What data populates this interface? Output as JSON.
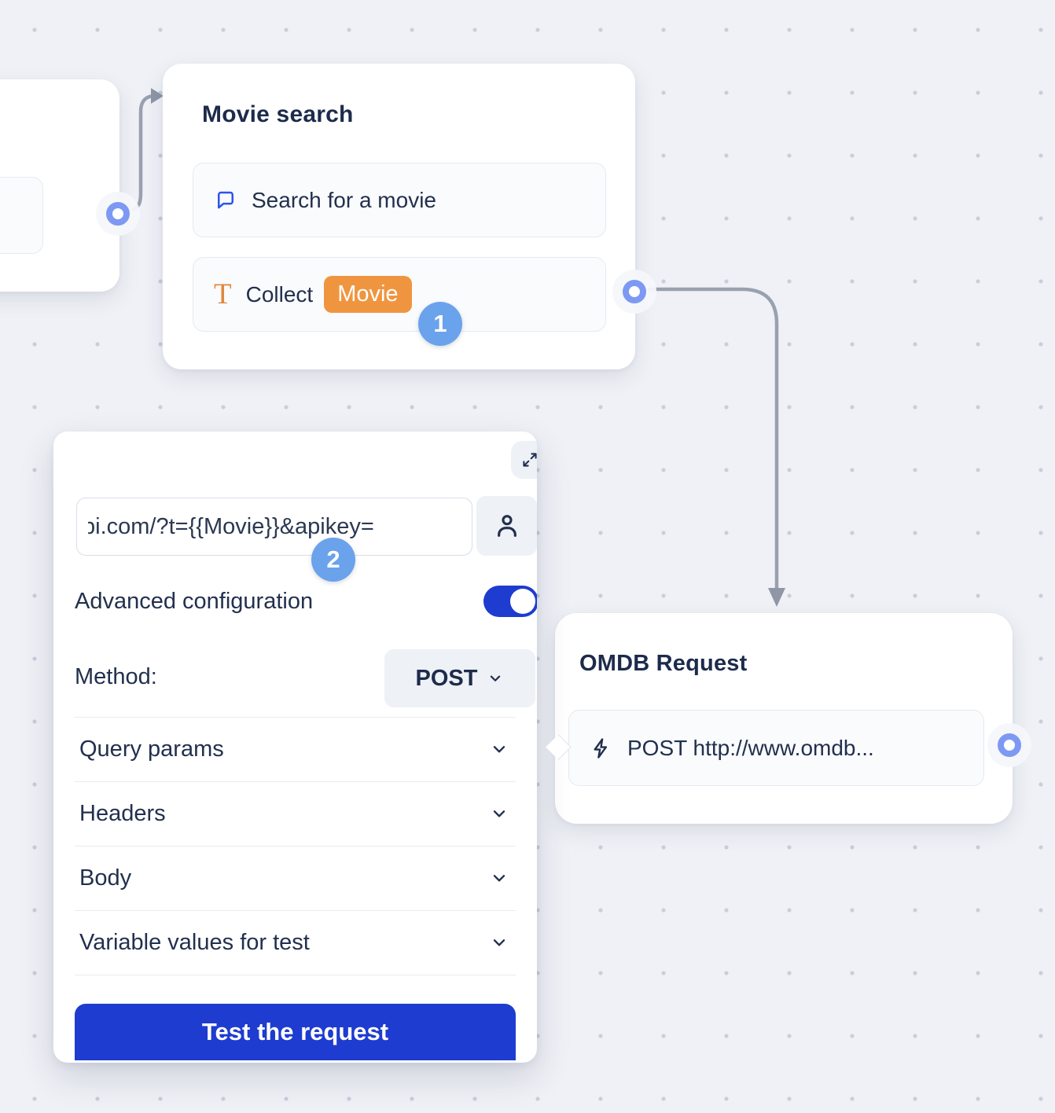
{
  "colors": {
    "background": "#eff1f6",
    "dot_grid": "#c7cedc",
    "card": "#ffffff",
    "node_item_bg": "#fafbfd",
    "node_item_border": "#e5e9f0",
    "title_text": "#1d2b4b",
    "body_text": "#22304e",
    "edge_gray": "#99a0af",
    "connector_ring_blue": "#7d99f3",
    "accent_blue": "#1e3ccf",
    "step_badge_blue": "#6aa2ec",
    "variable_orange": "#f0953f",
    "chat_icon_blue": "#2c55ea",
    "t_icon_orange": "#e0873a"
  },
  "movie_search_node": {
    "title": "Movie search",
    "message_block": {
      "icon": "chat-bubble-icon",
      "label": "Search for a movie"
    },
    "collect_block": {
      "icon": "text-input-icon",
      "label": "Collect",
      "variable_chip": "Movie"
    },
    "step_badge": "1"
  },
  "omdb_node": {
    "title": "OMDB Request",
    "request_block": {
      "icon": "lightning-icon",
      "label": "POST http://www.omdb..."
    }
  },
  "config_panel": {
    "url_input": {
      "value": "pi.com/?t={{Movie}}&apikey="
    },
    "step_badge": "2",
    "advanced_configuration": {
      "label": "Advanced configuration",
      "enabled": true
    },
    "method": {
      "label": "Method:",
      "value": "POST"
    },
    "sections": [
      "Query params",
      "Headers",
      "Body",
      "Variable values for test"
    ],
    "test_button_label": "Test the request"
  }
}
